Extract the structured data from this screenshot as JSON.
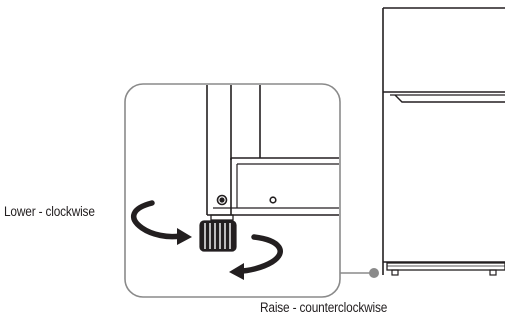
{
  "labels": {
    "lower": "Lower - clockwise",
    "raise": "Raise - counterclockwise"
  },
  "colors": {
    "stroke": "#231f20",
    "callout": "#8a8a8a"
  },
  "icons": {
    "lower_arrow": "curved-arrow-clockwise",
    "raise_arrow": "curved-arrow-counterclockwise",
    "foot": "leveling-foot-knob",
    "callout_dot": "callout-connector-dot"
  }
}
